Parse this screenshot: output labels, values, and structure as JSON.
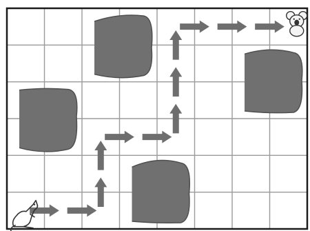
{
  "puzzle": {
    "grid": {
      "cols": 8,
      "rows": 6
    },
    "colors": {
      "grid_line": "#9a9a9a",
      "border": "#1a1a1a",
      "obstacle": "#707070",
      "obstacle_edge": "#4e4e4e",
      "arrow": "#6e6e6e",
      "background": "#ffffff"
    },
    "start": {
      "icon": "kangaroo-icon",
      "cell": [
        0,
        5
      ]
    },
    "goal": {
      "icon": "koala-icon",
      "cell": [
        7,
        0
      ]
    },
    "obstacles": [
      {
        "name": "rock-top",
        "cells": [
          [
            2,
            0
          ],
          [
            3,
            0
          ],
          [
            2,
            1
          ],
          [
            3,
            1
          ]
        ]
      },
      {
        "name": "rock-left",
        "cells": [
          [
            0,
            2
          ],
          [
            1,
            2
          ],
          [
            0,
            3
          ],
          [
            1,
            3
          ]
        ]
      },
      {
        "name": "rock-bottom",
        "cells": [
          [
            3,
            4
          ],
          [
            4,
            4
          ],
          [
            3,
            5
          ],
          [
            4,
            5
          ]
        ]
      },
      {
        "name": "rock-right",
        "cells": [
          [
            6,
            1
          ],
          [
            7,
            1
          ],
          [
            6,
            2
          ],
          [
            7,
            2
          ]
        ]
      }
    ],
    "path_moves": [
      {
        "from": [
          0,
          5
        ],
        "dir": "right"
      },
      {
        "from": [
          1,
          5
        ],
        "dir": "right"
      },
      {
        "from": [
          2,
          5
        ],
        "dir": "up"
      },
      {
        "from": [
          2,
          4
        ],
        "dir": "up"
      },
      {
        "from": [
          2,
          3
        ],
        "dir": "right"
      },
      {
        "from": [
          3,
          3
        ],
        "dir": "right"
      },
      {
        "from": [
          4,
          3
        ],
        "dir": "up"
      },
      {
        "from": [
          4,
          2
        ],
        "dir": "up"
      },
      {
        "from": [
          4,
          1
        ],
        "dir": "up"
      },
      {
        "from": [
          4,
          0
        ],
        "dir": "right"
      },
      {
        "from": [
          5,
          0
        ],
        "dir": "right"
      },
      {
        "from": [
          6,
          0
        ],
        "dir": "right"
      }
    ]
  }
}
